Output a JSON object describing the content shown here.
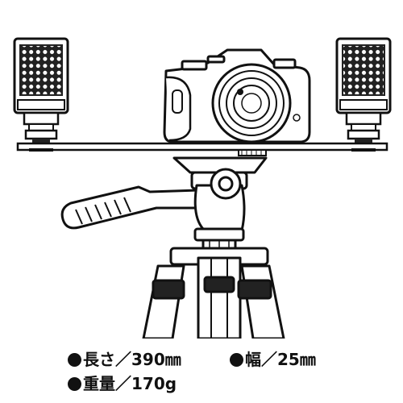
{
  "specs": {
    "length": "長さ／390㎜",
    "width": "幅／25㎜",
    "weight": "重量／170g"
  },
  "icons": [
    "bullet-icon",
    "camera-icon",
    "led-light-icon",
    "bracket-bar-icon",
    "tripod-head-icon",
    "tripod-icon"
  ],
  "colors": {
    "line": "#111111",
    "background": "#ffffff"
  }
}
